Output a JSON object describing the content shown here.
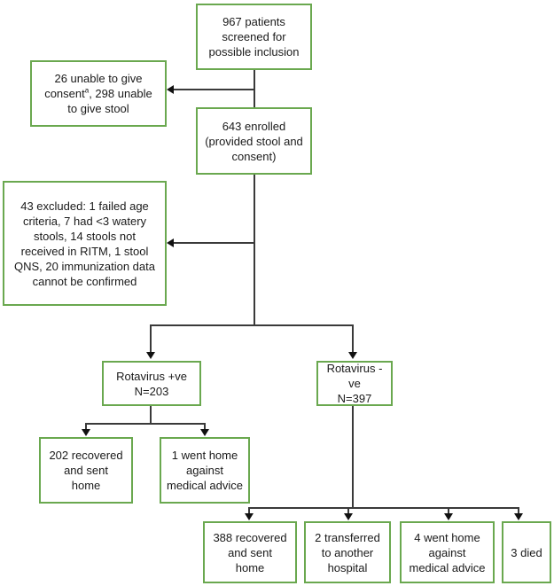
{
  "nodes": {
    "screened": {
      "lines": [
        "967 patients",
        "screened for",
        "possible inclusion"
      ]
    },
    "unable": {
      "line1_prefix": "26 unable to give",
      "line2_prefix": "consent",
      "sup": "a",
      "line2_suffix": ", 298 unable",
      "line3": "to give stool"
    },
    "enrolled": {
      "lines": [
        "643 enrolled",
        "(provided stool and",
        "consent)"
      ]
    },
    "excluded": {
      "lines": [
        "43 excluded: 1 failed age",
        "criteria, 7 had <3 watery",
        "stools, 14 stools not",
        "received in RITM, 1 stool",
        "QNS, 20 immunization data",
        "cannot be confirmed"
      ]
    },
    "rota_pos": {
      "lines": [
        "Rotavirus +ve",
        "N=203"
      ]
    },
    "rota_neg": {
      "lines": [
        "Rotavirus -ve",
        "N=397"
      ]
    },
    "pos_recovered": {
      "lines": [
        "202 recovered",
        "and sent",
        "home"
      ]
    },
    "pos_against_advice": {
      "lines": [
        "1 went home",
        "against",
        "medical advice"
      ]
    },
    "neg_recovered": {
      "lines": [
        "388 recovered",
        "and sent",
        "home"
      ]
    },
    "neg_transferred": {
      "lines": [
        "2 transferred",
        "to another",
        "hospital"
      ]
    },
    "neg_against_advice": {
      "lines": [
        "4 went home",
        "against",
        "medical advice"
      ]
    },
    "neg_died": {
      "lines": [
        "3 died"
      ]
    }
  },
  "colors": {
    "box_border": "#6aa84f",
    "connector": "#3a3a3a",
    "arrowhead": "#111111"
  }
}
